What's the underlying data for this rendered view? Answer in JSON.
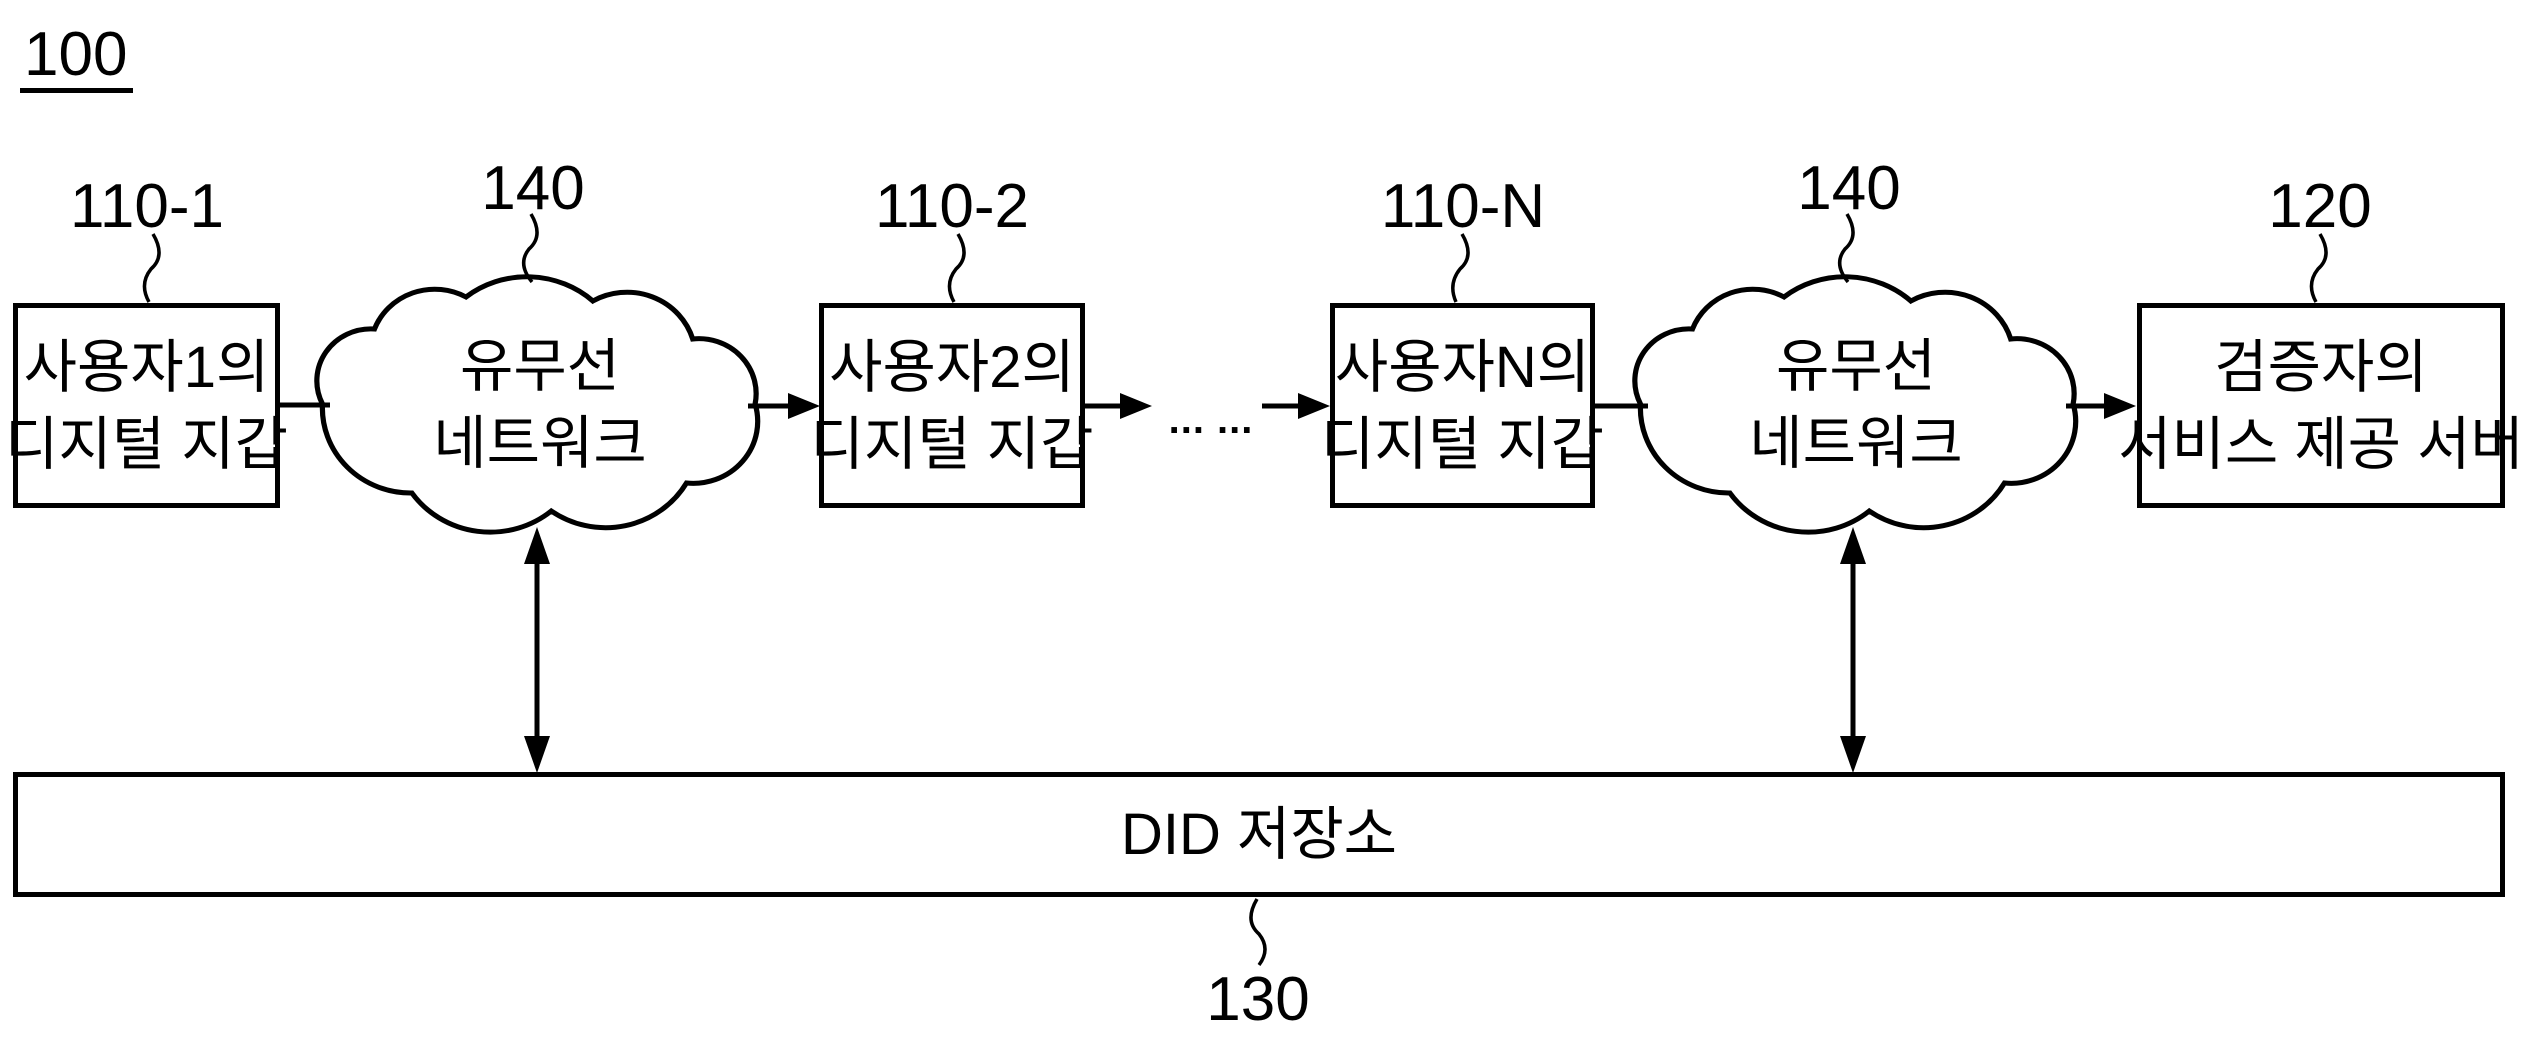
{
  "figure_number": "100",
  "nodes": {
    "wallet1": {
      "ref": "110-1",
      "line1": "사용자1의",
      "line2": "디지털 지갑"
    },
    "network1": {
      "ref": "140",
      "line1": "유무선",
      "line2": "네트워크"
    },
    "wallet2": {
      "ref": "110-2",
      "line1": "사용자2의",
      "line2": "디지털 지갑"
    },
    "walletN": {
      "ref": "110-N",
      "line1": "사용자N의",
      "line2": "디지털 지갑"
    },
    "network2": {
      "ref": "140",
      "line1": "유무선",
      "line2": "네트워크"
    },
    "server": {
      "ref": "120",
      "line1": "검증자의",
      "line2": "서비스 제공 서버"
    },
    "storage": {
      "ref": "130",
      "label": "DID 저장소"
    }
  },
  "ellipsis": "... ...",
  "colors": {
    "ink": "#000000",
    "background": "#ffffff"
  }
}
